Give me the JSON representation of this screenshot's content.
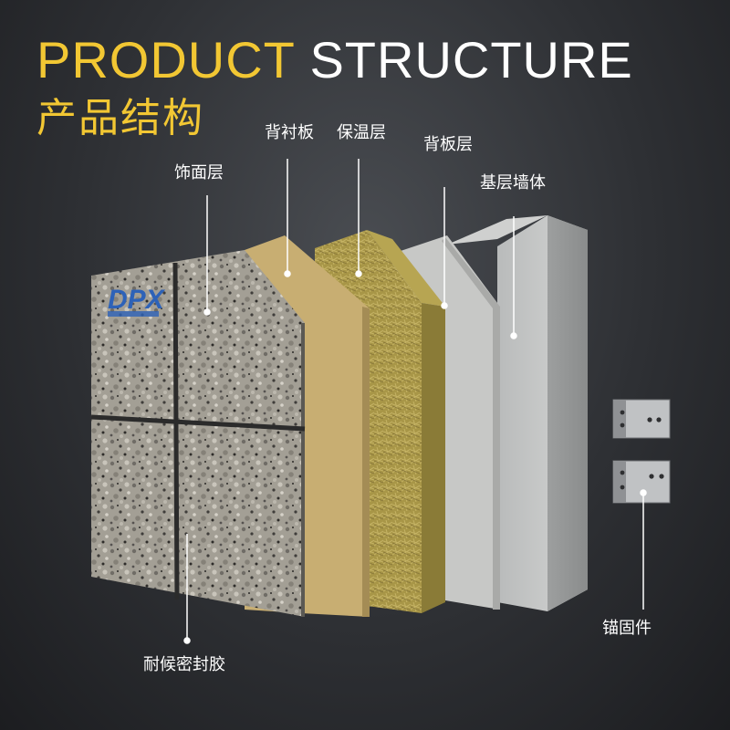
{
  "title_en_part1": "PRODUCT",
  "title_en_part2": "STRUCTURE",
  "title_cn": "产品结构",
  "brand_logo": "DPX",
  "layers": {
    "facing": "饰面层",
    "backing_lining": "背衬板",
    "insulation": "保温层",
    "back_panel": "背板层",
    "base_wall": "基层墙体",
    "anchor": "锚固件",
    "sealant": "耐候密封胶"
  },
  "colors": {
    "accent_yellow": "#f2c733",
    "background": "#2e3034"
  }
}
